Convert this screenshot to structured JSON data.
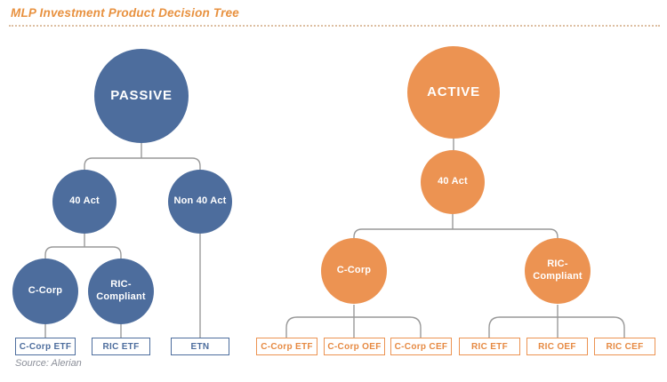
{
  "title": "MLP Investment Product Decision Tree",
  "source_note": "Source: Alerian",
  "colors": {
    "passive_blue": "#4d6d9d",
    "active_orange": "#ec9352",
    "title_orange": "#e8913f",
    "connector_gray": "#999999"
  },
  "passive_tree": {
    "root": "PASSIVE",
    "level2": [
      {
        "label": "40 Act"
      },
      {
        "label": "Non 40 Act"
      }
    ],
    "level3": [
      {
        "label": "C-Corp"
      },
      {
        "label": "RIC-Compliant"
      }
    ],
    "leaves": [
      {
        "label": "C-Corp ETF"
      },
      {
        "label": "RIC ETF"
      },
      {
        "label": "ETN"
      }
    ]
  },
  "active_tree": {
    "root": "ACTIVE",
    "level2": [
      {
        "label": "40 Act"
      }
    ],
    "level3": [
      {
        "label": "C-Corp"
      },
      {
        "label": "RIC-Compliant"
      }
    ],
    "leaves": [
      {
        "label": "C-Corp ETF"
      },
      {
        "label": "C-Corp OEF"
      },
      {
        "label": "C-Corp CEF"
      },
      {
        "label": "RIC ETF"
      },
      {
        "label": "RIC OEF"
      },
      {
        "label": "RIC CEF"
      }
    ]
  }
}
